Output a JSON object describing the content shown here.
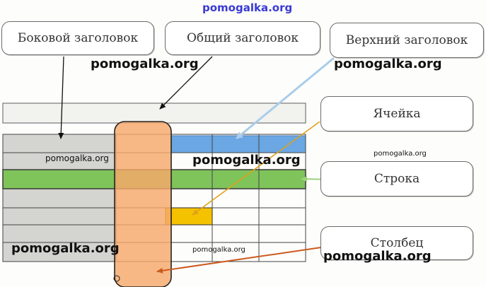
{
  "labels": {
    "side_header": "Боковой заголовок",
    "general_header": "Общий заголовок",
    "top_header": "Верхний заголовок",
    "cell": "Ячейка",
    "row": "Строка",
    "column": "Столбец"
  },
  "watermark": "pomogalka.org",
  "colors": {
    "top_header_fill": "#6aa7e3",
    "row_fill": "#7fc35b",
    "cell_fill": "#f5c200",
    "column_fill": "#f7a86a",
    "side_fill": "#d4d4d0",
    "arrow_blue": "#a9cdea",
    "arrow_orange": "#e0a11b",
    "arrow_green": "#9bd27a",
    "arrow_red": "#cc5a1e"
  }
}
